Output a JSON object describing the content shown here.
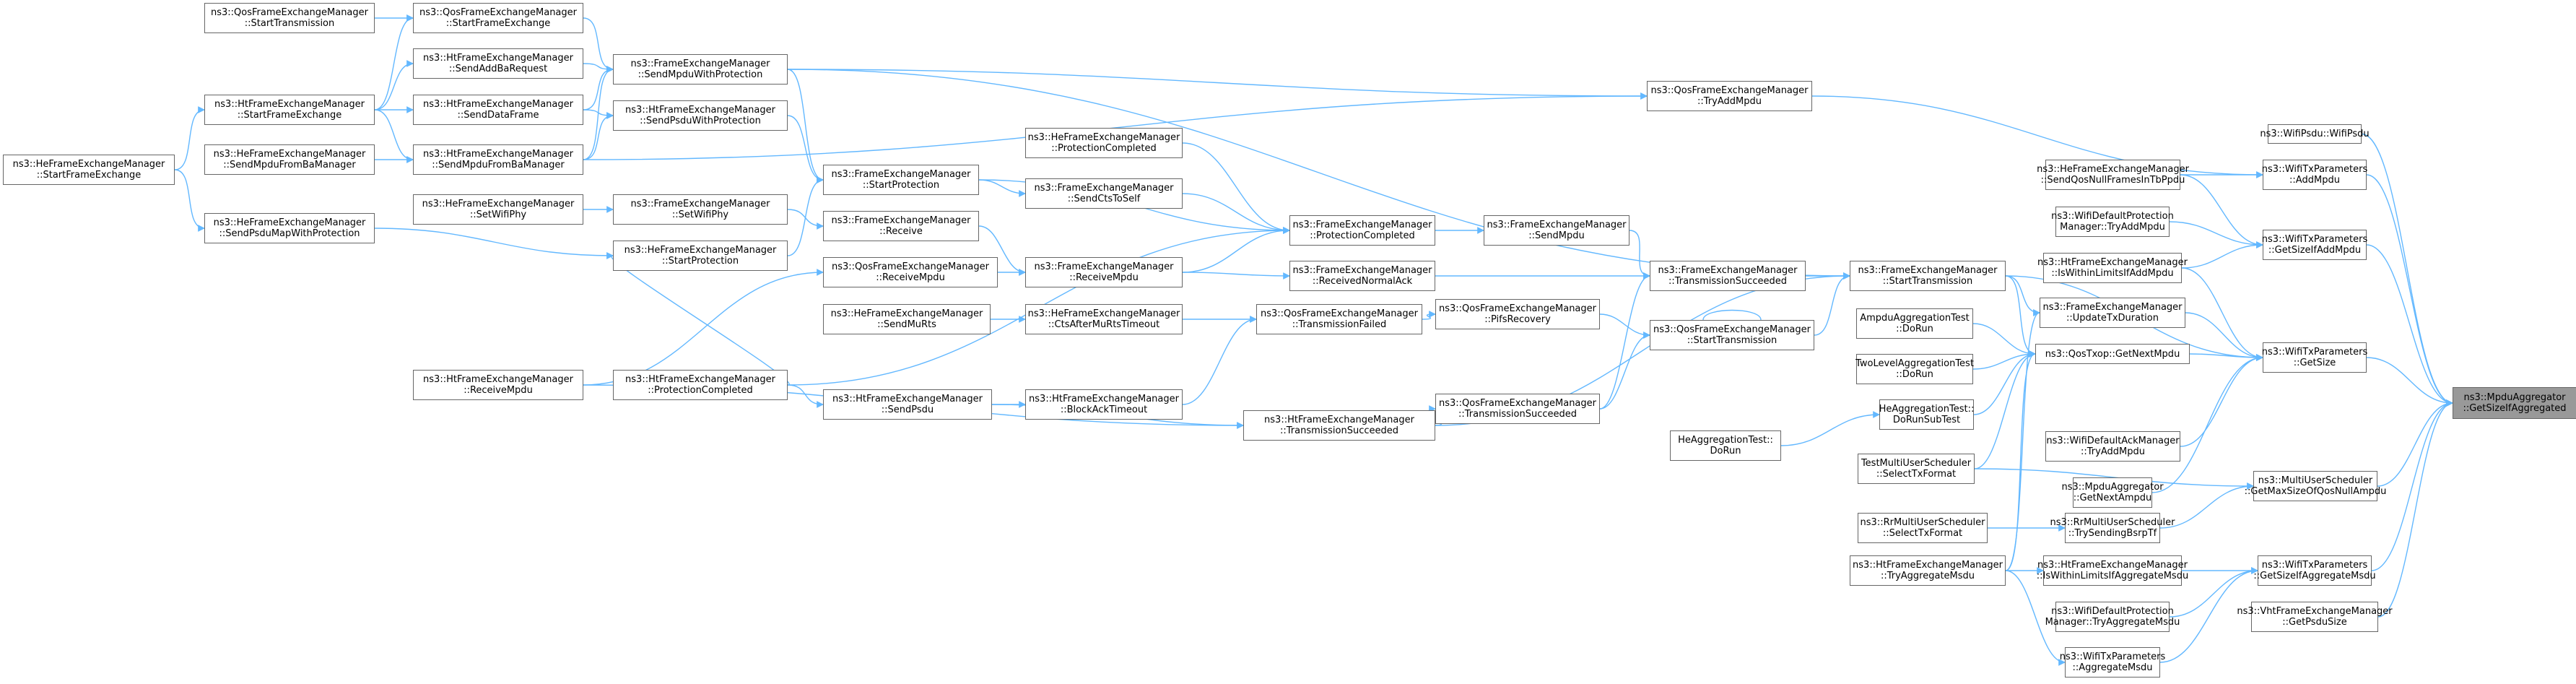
{
  "diagram": {
    "type": "call-graph",
    "colors": {
      "edge": "#63b8ff",
      "node_border": "#666666",
      "root_fill": "#999999",
      "background": "#ffffff"
    },
    "nodes": [
      {
        "id": "root",
        "lines": [
          "ns3::MpduAggregator",
          "::GetSizeIfAggregated"
        ]
      },
      {
        "id": "wifiPsdu",
        "lines": [
          "ns3::WifiPsdu::WifiPsdu"
        ]
      },
      {
        "id": "txpAddMpdu",
        "lines": [
          "ns3::WifiTxParameters",
          "::AddMpdu"
        ]
      },
      {
        "id": "txpSizeAddMpdu",
        "lines": [
          "ns3::WifiTxParameters",
          "::GetSizeIfAddMpdu"
        ]
      },
      {
        "id": "txpGetSize",
        "lines": [
          "ns3::WifiTxParameters",
          "::GetSize"
        ]
      },
      {
        "id": "muGetMaxSize",
        "lines": [
          "ns3::MultiUserScheduler",
          "::GetMaxSizeOfQosNullAmpdu"
        ]
      },
      {
        "id": "txpSizeAggMsdu",
        "lines": [
          "ns3::WifiTxParameters",
          "::GetSizeIfAggregateMsdu"
        ]
      },
      {
        "id": "vhtGetPsduSize",
        "lines": [
          "ns3::VhtFrameExchangeManager",
          "::GetPsduSize"
        ]
      },
      {
        "id": "heSendQosNull",
        "lines": [
          "ns3::HeFrameExchangeManager",
          "::SendQosNullFramesInTbPpdu"
        ]
      },
      {
        "id": "wdpTryAddMpdu",
        "lines": [
          "ns3::WifiDefaultProtection",
          "Manager::TryAddMpdu"
        ]
      },
      {
        "id": "htIsWithinAddMpdu",
        "lines": [
          "ns3::HtFrameExchangeManager",
          "::IsWithinLimitsIfAddMpdu"
        ]
      },
      {
        "id": "wdaTryAddMpdu",
        "lines": [
          "ns3::WifiDefaultAckManager",
          "::TryAddMpdu"
        ]
      },
      {
        "id": "mpduGetNextAmpdu",
        "lines": [
          "ns3::MpduAggregator",
          "::GetNextAmpdu"
        ]
      },
      {
        "id": "rrTrySendingBsrpTf",
        "lines": [
          "ns3::RrMultiUserScheduler",
          "::TrySendingBsrpTf"
        ]
      },
      {
        "id": "htIsWithinAggMsdu",
        "lines": [
          "ns3::HtFrameExchangeManager",
          "::IsWithinLimitsIfAggregateMsdu"
        ]
      },
      {
        "id": "wdpTryAggMsdu",
        "lines": [
          "ns3::WifiDefaultProtection",
          "Manager::TryAggregateMsdu"
        ]
      },
      {
        "id": "txpAggMsdu",
        "lines": [
          "ns3::WifiTxParameters",
          "::AggregateMsdu"
        ]
      },
      {
        "id": "qosTryAddMpdu",
        "lines": [
          "ns3::QosFrameExchangeManager",
          "::TryAddMpdu"
        ]
      },
      {
        "id": "femStartTx",
        "lines": [
          "ns3::FrameExchangeManager",
          "::StartTransmission"
        ]
      },
      {
        "id": "femUpdateTxDur",
        "lines": [
          "ns3::FrameExchangeManager",
          "::UpdateTxDuration"
        ]
      },
      {
        "id": "qosTxopGetNextMpdu",
        "lines": [
          "ns3::QosTxop::GetNextMpdu"
        ]
      },
      {
        "id": "ampduTestDoRun",
        "lines": [
          "AmpduAggregationTest",
          "::DoRun"
        ]
      },
      {
        "id": "twoLevelDoRun",
        "lines": [
          "TwoLevelAggregationTest",
          "::DoRun"
        ]
      },
      {
        "id": "heAggDoRunSubTest",
        "lines": [
          "HeAggregationTest::",
          "DoRunSubTest"
        ]
      },
      {
        "id": "heAggDoRun",
        "lines": [
          "HeAggregationTest::",
          "DoRun"
        ]
      },
      {
        "id": "testMuSelectTxFormat",
        "lines": [
          "TestMultiUserScheduler",
          "::SelectTxFormat"
        ]
      },
      {
        "id": "rrSelectTxFormat",
        "lines": [
          "ns3::RrMultiUserScheduler",
          "::SelectTxFormat"
        ]
      },
      {
        "id": "htTryAggMsdu",
        "lines": [
          "ns3::HtFrameExchangeManager",
          "::TryAggregateMsdu"
        ]
      },
      {
        "id": "femTxSucceeded",
        "lines": [
          "ns3::FrameExchangeManager",
          "::TransmissionSucceeded"
        ]
      },
      {
        "id": "qosStartTx",
        "lines": [
          "ns3::QosFrameExchangeManager",
          "::StartTransmission"
        ]
      },
      {
        "id": "qosTxSucceeded",
        "lines": [
          "ns3::QosFrameExchangeManager",
          "::TransmissionSucceeded"
        ]
      },
      {
        "id": "qosPifsRecovery",
        "lines": [
          "ns3::QosFrameExchangeManager",
          "::PifsRecovery"
        ]
      },
      {
        "id": "femSendMpdu",
        "lines": [
          "ns3::FrameExchangeManager",
          "::SendMpdu"
        ]
      },
      {
        "id": "femProtCompleted",
        "lines": [
          "ns3::FrameExchangeManager",
          "::ProtectionCompleted"
        ]
      },
      {
        "id": "femRecvNormalAck",
        "lines": [
          "ns3::FrameExchangeManager",
          "::ReceivedNormalAck"
        ]
      },
      {
        "id": "qosTxFailed",
        "lines": [
          "ns3::QosFrameExchangeManager",
          "::TransmissionFailed"
        ]
      },
      {
        "id": "htTxSucceeded",
        "lines": [
          "ns3::HtFrameExchangeManager",
          "::TransmissionSucceeded"
        ]
      },
      {
        "id": "heProtCompleted",
        "lines": [
          "ns3::HeFrameExchangeManager",
          "::ProtectionCompleted"
        ]
      },
      {
        "id": "femSendCtsToSelf",
        "lines": [
          "ns3::FrameExchangeManager",
          "::SendCtsToSelf"
        ]
      },
      {
        "id": "femStartProt",
        "lines": [
          "ns3::FrameExchangeManager",
          "::StartProtection"
        ]
      },
      {
        "id": "femReceive",
        "lines": [
          "ns3::FrameExchangeManager",
          "::Receive"
        ]
      },
      {
        "id": "femRecvMpdu",
        "lines": [
          "ns3::FrameExchangeManager",
          "::ReceiveMpdu"
        ]
      },
      {
        "id": "heCtsAfterMuRts",
        "lines": [
          "ns3::HeFrameExchangeManager",
          "::CtsAfterMuRtsTimeout"
        ]
      },
      {
        "id": "htBlockAckTimeout",
        "lines": [
          "ns3::HtFrameExchangeManager",
          "::BlockAckTimeout"
        ]
      },
      {
        "id": "qosFemStartTx",
        "lines": [
          "ns3::QosFrameExchangeManager",
          "::StartTransmission"
        ]
      },
      {
        "id": "qosStartFrameEx",
        "lines": [
          "ns3::QosFrameExchangeManager",
          "::StartFrameExchange"
        ]
      },
      {
        "id": "htSendAddBaReq",
        "lines": [
          "ns3::HtFrameExchangeManager",
          "::SendAddBaRequest"
        ]
      },
      {
        "id": "femSendMpduWithProt",
        "lines": [
          "ns3::FrameExchangeManager",
          "::SendMpduWithProtection"
        ]
      },
      {
        "id": "htSendDataFrame",
        "lines": [
          "ns3::HtFrameExchangeManager",
          "::SendDataFrame"
        ]
      },
      {
        "id": "htSendPsduWithProt",
        "lines": [
          "ns3::HtFrameExchangeManager",
          "::SendPsduWithProtection"
        ]
      },
      {
        "id": "htStartFrameEx",
        "lines": [
          "ns3::HtFrameExchangeManager",
          "::StartFrameExchange"
        ]
      },
      {
        "id": "heSendMpduFromBa",
        "lines": [
          "ns3::HeFrameExchangeManager",
          "::SendMpduFromBaManager"
        ]
      },
      {
        "id": "htSendMpduFromBa",
        "lines": [
          "ns3::HtFrameExchangeManager",
          "::SendMpduFromBaManager"
        ]
      },
      {
        "id": "heStartFrameEx",
        "lines": [
          "ns3::HeFrameExchangeManager",
          "::StartFrameExchange"
        ]
      },
      {
        "id": "heSendPsduMap",
        "lines": [
          "ns3::HeFrameExchangeManager",
          "::SendPsduMapWithProtection"
        ]
      },
      {
        "id": "heSetWifiPhy",
        "lines": [
          "ns3::HeFrameExchangeManager",
          "::SetWifiPhy"
        ]
      },
      {
        "id": "femSetWifiPhy",
        "lines": [
          "ns3::FrameExchangeManager",
          "::SetWifiPhy"
        ]
      },
      {
        "id": "heStartProt",
        "lines": [
          "ns3::HeFrameExchangeManager",
          "::StartProtection"
        ]
      },
      {
        "id": "qosRecvMpdu",
        "lines": [
          "ns3::QosFrameExchangeManager",
          "::ReceiveMpdu"
        ]
      },
      {
        "id": "heSendMuRts",
        "lines": [
          "ns3::HeFrameExchangeManager",
          "::SendMuRts"
        ]
      },
      {
        "id": "htRecvMpdu",
        "lines": [
          "ns3::HtFrameExchangeManager",
          "::ReceiveMpdu"
        ]
      },
      {
        "id": "htProtCompleted",
        "lines": [
          "ns3::HtFrameExchangeManager",
          "::ProtectionCompleted"
        ]
      },
      {
        "id": "htSendPsdu",
        "lines": [
          "ns3::HtFrameExchangeManager",
          "::SendPsdu"
        ]
      }
    ],
    "edges": [
      [
        "root",
        "wifiPsdu"
      ],
      [
        "root",
        "txpAddMpdu"
      ],
      [
        "root",
        "txpSizeAddMpdu"
      ],
      [
        "root",
        "txpGetSize"
      ],
      [
        "root",
        "muGetMaxSize"
      ],
      [
        "root",
        "txpSizeAggMsdu"
      ],
      [
        "root",
        "vhtGetPsduSize"
      ],
      [
        "txpAddMpdu",
        "heSendQosNull"
      ],
      [
        "txpAddMpdu",
        "qosTryAddMpdu"
      ],
      [
        "txpSizeAddMpdu",
        "wdpTryAddMpdu"
      ],
      [
        "txpSizeAddMpdu",
        "htIsWithinAddMpdu"
      ],
      [
        "txpSizeAddMpdu",
        "heSendQosNull"
      ],
      [
        "txpGetSize",
        "femUpdateTxDur"
      ],
      [
        "txpGetSize",
        "qosTxopGetNextMpdu"
      ],
      [
        "txpGetSize",
        "wdaTryAddMpdu"
      ],
      [
        "txpGetSize",
        "mpduGetNextAmpdu"
      ],
      [
        "txpGetSize",
        "femStartTx"
      ],
      [
        "txpGetSize",
        "htIsWithinAddMpdu"
      ],
      [
        "muGetMaxSize",
        "rrTrySendingBsrpTf"
      ],
      [
        "muGetMaxSize",
        "testMuSelectTxFormat"
      ],
      [
        "txpSizeAggMsdu",
        "htIsWithinAggMsdu"
      ],
      [
        "txpSizeAggMsdu",
        "wdpTryAggMsdu"
      ],
      [
        "txpSizeAggMsdu",
        "txpAggMsdu"
      ],
      [
        "htIsWithinAggMsdu",
        "htTryAggMsdu"
      ],
      [
        "txpAggMsdu",
        "htTryAggMsdu"
      ],
      [
        "rrTrySendingBsrpTf",
        "rrSelectTxFormat"
      ],
      [
        "qosTxopGetNextMpdu",
        "ampduTestDoRun"
      ],
      [
        "qosTxopGetNextMpdu",
        "twoLevelDoRun"
      ],
      [
        "qosTxopGetNextMpdu",
        "heAggDoRunSubTest"
      ],
      [
        "qosTxopGetNextMpdu",
        "testMuSelectTxFormat"
      ],
      [
        "qosTxopGetNextMpdu",
        "femStartTx"
      ],
      [
        "qosTxopGetNextMpdu",
        "htTryAggMsdu"
      ],
      [
        "femUpdateTxDur",
        "femStartTx"
      ],
      [
        "femUpdateTxDur",
        "htTryAggMsdu"
      ],
      [
        "heAggDoRunSubTest",
        "heAggDoRun"
      ],
      [
        "qosTryAddMpdu",
        "femSendMpduWithProt"
      ],
      [
        "qosTryAddMpdu",
        "htSendMpduFromBa"
      ],
      [
        "femStartTx",
        "femTxSucceeded"
      ],
      [
        "femStartTx",
        "qosStartTx"
      ],
      [
        "femStartTx",
        "htTxSucceeded"
      ],
      [
        "femStartTx",
        "femSendMpduWithProt"
      ],
      [
        "femTxSucceeded",
        "femSendMpdu"
      ],
      [
        "femTxSucceeded",
        "femRecvNormalAck"
      ],
      [
        "femTxSucceeded",
        "qosTxSucceeded"
      ],
      [
        "qosStartTx",
        "qosStartTx"
      ],
      [
        "qosStartTx",
        "qosPifsRecovery"
      ],
      [
        "qosStartTx",
        "qosTxSucceeded"
      ],
      [
        "qosTxSucceeded",
        "htTxSucceeded"
      ],
      [
        "qosPifsRecovery",
        "qosTxFailed"
      ],
      [
        "femSendMpdu",
        "femProtCompleted"
      ],
      [
        "femProtCompleted",
        "heProtCompleted"
      ],
      [
        "femProtCompleted",
        "femSendCtsToSelf"
      ],
      [
        "femProtCompleted",
        "femStartProt"
      ],
      [
        "femProtCompleted",
        "femRecvMpdu"
      ],
      [
        "femProtCompleted",
        "htProtCompleted"
      ],
      [
        "femRecvNormalAck",
        "femRecvMpdu"
      ],
      [
        "qosTxFailed",
        "heCtsAfterMuRts"
      ],
      [
        "qosTxFailed",
        "htBlockAckTimeout"
      ],
      [
        "htTxSucceeded",
        "htSendPsdu"
      ],
      [
        "htTxSucceeded",
        "htRecvMpdu"
      ],
      [
        "femSendCtsToSelf",
        "femStartProt"
      ],
      [
        "femStartProt",
        "femSendMpduWithProt"
      ],
      [
        "femStartProt",
        "htSendPsduWithProt"
      ],
      [
        "femStartProt",
        "heStartProt"
      ],
      [
        "femRecvMpdu",
        "femReceive"
      ],
      [
        "femRecvMpdu",
        "qosRecvMpdu"
      ],
      [
        "heCtsAfterMuRts",
        "heSendMuRts"
      ],
      [
        "htBlockAckTimeout",
        "htSendPsdu"
      ],
      [
        "femSendMpduWithProt",
        "qosStartFrameEx"
      ],
      [
        "femSendMpduWithProt",
        "htSendAddBaReq"
      ],
      [
        "femSendMpduWithProt",
        "htSendDataFrame"
      ],
      [
        "femSendMpduWithProt",
        "htSendMpduFromBa"
      ],
      [
        "htSendPsduWithProt",
        "htSendDataFrame"
      ],
      [
        "htSendPsduWithProt",
        "htSendMpduFromBa"
      ],
      [
        "qosStartFrameEx",
        "qosFemStartTx"
      ],
      [
        "qosStartFrameEx",
        "htStartFrameEx"
      ],
      [
        "htSendAddBaReq",
        "htStartFrameEx"
      ],
      [
        "htSendDataFrame",
        "htStartFrameEx"
      ],
      [
        "htSendMpduFromBa",
        "heSendMpduFromBa"
      ],
      [
        "htSendMpduFromBa",
        "htStartFrameEx"
      ],
      [
        "htStartFrameEx",
        "heStartFrameEx"
      ],
      [
        "heSendPsduMap",
        "heStartFrameEx"
      ],
      [
        "heStartProt",
        "heSendPsduMap"
      ],
      [
        "femSetWifiPhy",
        "heSetWifiPhy"
      ],
      [
        "femReceive",
        "femSetWifiPhy"
      ],
      [
        "qosRecvMpdu",
        "htRecvMpdu"
      ],
      [
        "htProtCompleted",
        "heStartProt"
      ],
      [
        "htSendPsdu",
        "htProtCompleted"
      ]
    ]
  }
}
